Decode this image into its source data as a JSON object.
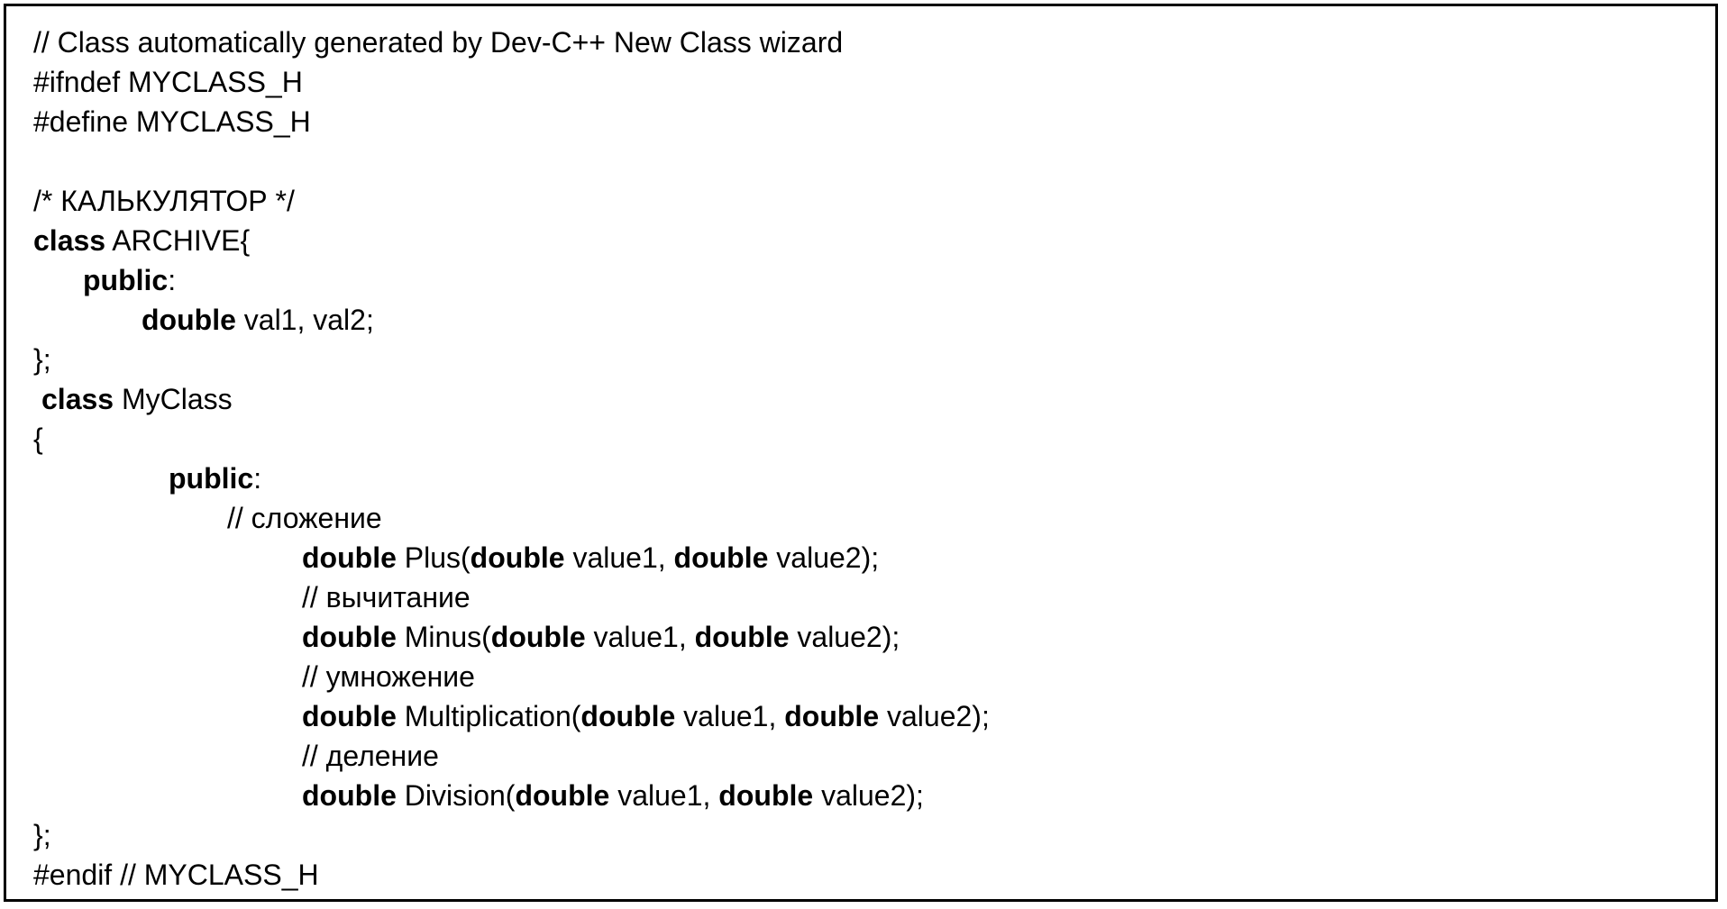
{
  "lines": [
    {
      "indent": 0,
      "tokens": [
        {
          "t": "// Class automatically generated by Dev-C++ New Class wizard",
          "b": false
        }
      ]
    },
    {
      "indent": 0,
      "tokens": [
        {
          "t": "#ifndef MYCLASS_H",
          "b": false
        }
      ]
    },
    {
      "indent": 0,
      "tokens": [
        {
          "t": "#define MYCLASS_H",
          "b": false
        }
      ]
    },
    {
      "indent": 0,
      "tokens": []
    },
    {
      "indent": 0,
      "tokens": [
        {
          "t": "/* КАЛЬКУЛЯТОР */",
          "b": false
        }
      ]
    },
    {
      "indent": 0,
      "tokens": [
        {
          "t": "class",
          "b": true
        },
        {
          "t": " ARCHIVE{",
          "b": false
        }
      ]
    },
    {
      "indent": 55,
      "tokens": [
        {
          "t": "public",
          "b": true
        },
        {
          "t": ":",
          "b": false
        }
      ]
    },
    {
      "indent": 120,
      "tokens": [
        {
          "t": "double",
          "b": true
        },
        {
          "t": " val1, val2;",
          "b": false
        }
      ]
    },
    {
      "indent": 0,
      "tokens": [
        {
          "t": "};",
          "b": false
        }
      ]
    },
    {
      "indent": 9,
      "tokens": [
        {
          "t": "class",
          "b": true
        },
        {
          "t": " MyClass",
          "b": false
        }
      ]
    },
    {
      "indent": 0,
      "tokens": [
        {
          "t": "{",
          "b": false
        }
      ]
    },
    {
      "indent": 150,
      "tokens": [
        {
          "t": "public",
          "b": true
        },
        {
          "t": ":",
          "b": false
        }
      ]
    },
    {
      "indent": 215,
      "tokens": [
        {
          "t": "// сложение",
          "b": false
        }
      ]
    },
    {
      "indent": 298,
      "tokens": [
        {
          "t": "double",
          "b": true
        },
        {
          "t": " Plus(",
          "b": false
        },
        {
          "t": "double",
          "b": true
        },
        {
          "t": " value1, ",
          "b": false
        },
        {
          "t": "double",
          "b": true
        },
        {
          "t": " value2);",
          "b": false
        }
      ]
    },
    {
      "indent": 298,
      "tokens": [
        {
          "t": "// вычитание",
          "b": false
        }
      ]
    },
    {
      "indent": 298,
      "tokens": [
        {
          "t": "double",
          "b": true
        },
        {
          "t": " Minus(",
          "b": false
        },
        {
          "t": "double",
          "b": true
        },
        {
          "t": " value1, ",
          "b": false
        },
        {
          "t": "double",
          "b": true
        },
        {
          "t": " value2);",
          "b": false
        }
      ]
    },
    {
      "indent": 298,
      "tokens": [
        {
          "t": "// умножение",
          "b": false
        }
      ]
    },
    {
      "indent": 298,
      "tokens": [
        {
          "t": "double",
          "b": true
        },
        {
          "t": " Multiplication(",
          "b": false
        },
        {
          "t": "double",
          "b": true
        },
        {
          "t": " value1, ",
          "b": false
        },
        {
          "t": "double",
          "b": true
        },
        {
          "t": " value2);",
          "b": false
        }
      ]
    },
    {
      "indent": 298,
      "tokens": [
        {
          "t": "// деление",
          "b": false
        }
      ]
    },
    {
      "indent": 298,
      "tokens": [
        {
          "t": "double",
          "b": true
        },
        {
          "t": " Division(",
          "b": false
        },
        {
          "t": "double",
          "b": true
        },
        {
          "t": " value1, ",
          "b": false
        },
        {
          "t": "double",
          "b": true
        },
        {
          "t": " value2);",
          "b": false
        }
      ]
    },
    {
      "indent": 0,
      "tokens": [
        {
          "t": "};",
          "b": false
        }
      ]
    },
    {
      "indent": 0,
      "tokens": [
        {
          "t": "#endif // MYCLASS_H",
          "b": false
        }
      ]
    }
  ]
}
